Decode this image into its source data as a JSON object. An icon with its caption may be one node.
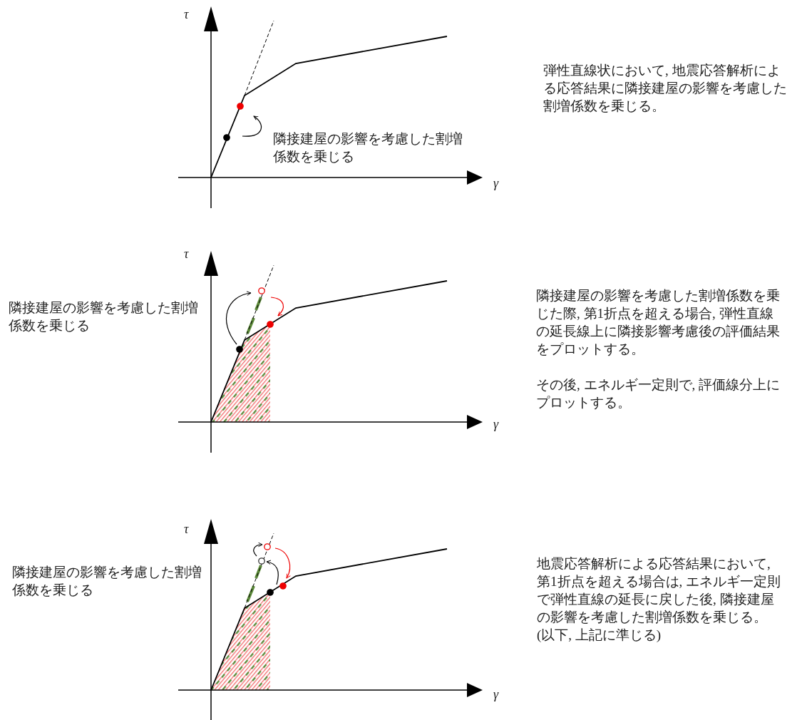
{
  "diagram": {
    "labels": [
      "τ",
      "弾性直線状において, 地震応答解析による応答結果に隣接建屋の影響を考慮した割増係数を乗じる。",
      "隣接建屋の影響を考慮した割増係数を乗じる",
      "γ",
      "τ",
      "隣接建屋の影響を考慮した割増係数を乗じる",
      "隣接建屋の影響を考慮した割増係数を乗じた際, 第1折点を超える場合, 弾性直線の延長線上に隣接影響考慮後の評価結果をプロットする。",
      "その後, エネルギ一定則で, 評価線分上にプロットする。",
      "γ",
      "τ",
      "隣接建屋の影響を考慮した割増係数を乗じる",
      "地震応答解析による応答結果において, 第1折点を超える場合は, エネルギ一定則で弾性直線の延長に戻した後, 隣接建屋の影響を考慮した割増係数を乗じる。(以下, 上記に準じる)",
      "γ"
    ]
  }
}
